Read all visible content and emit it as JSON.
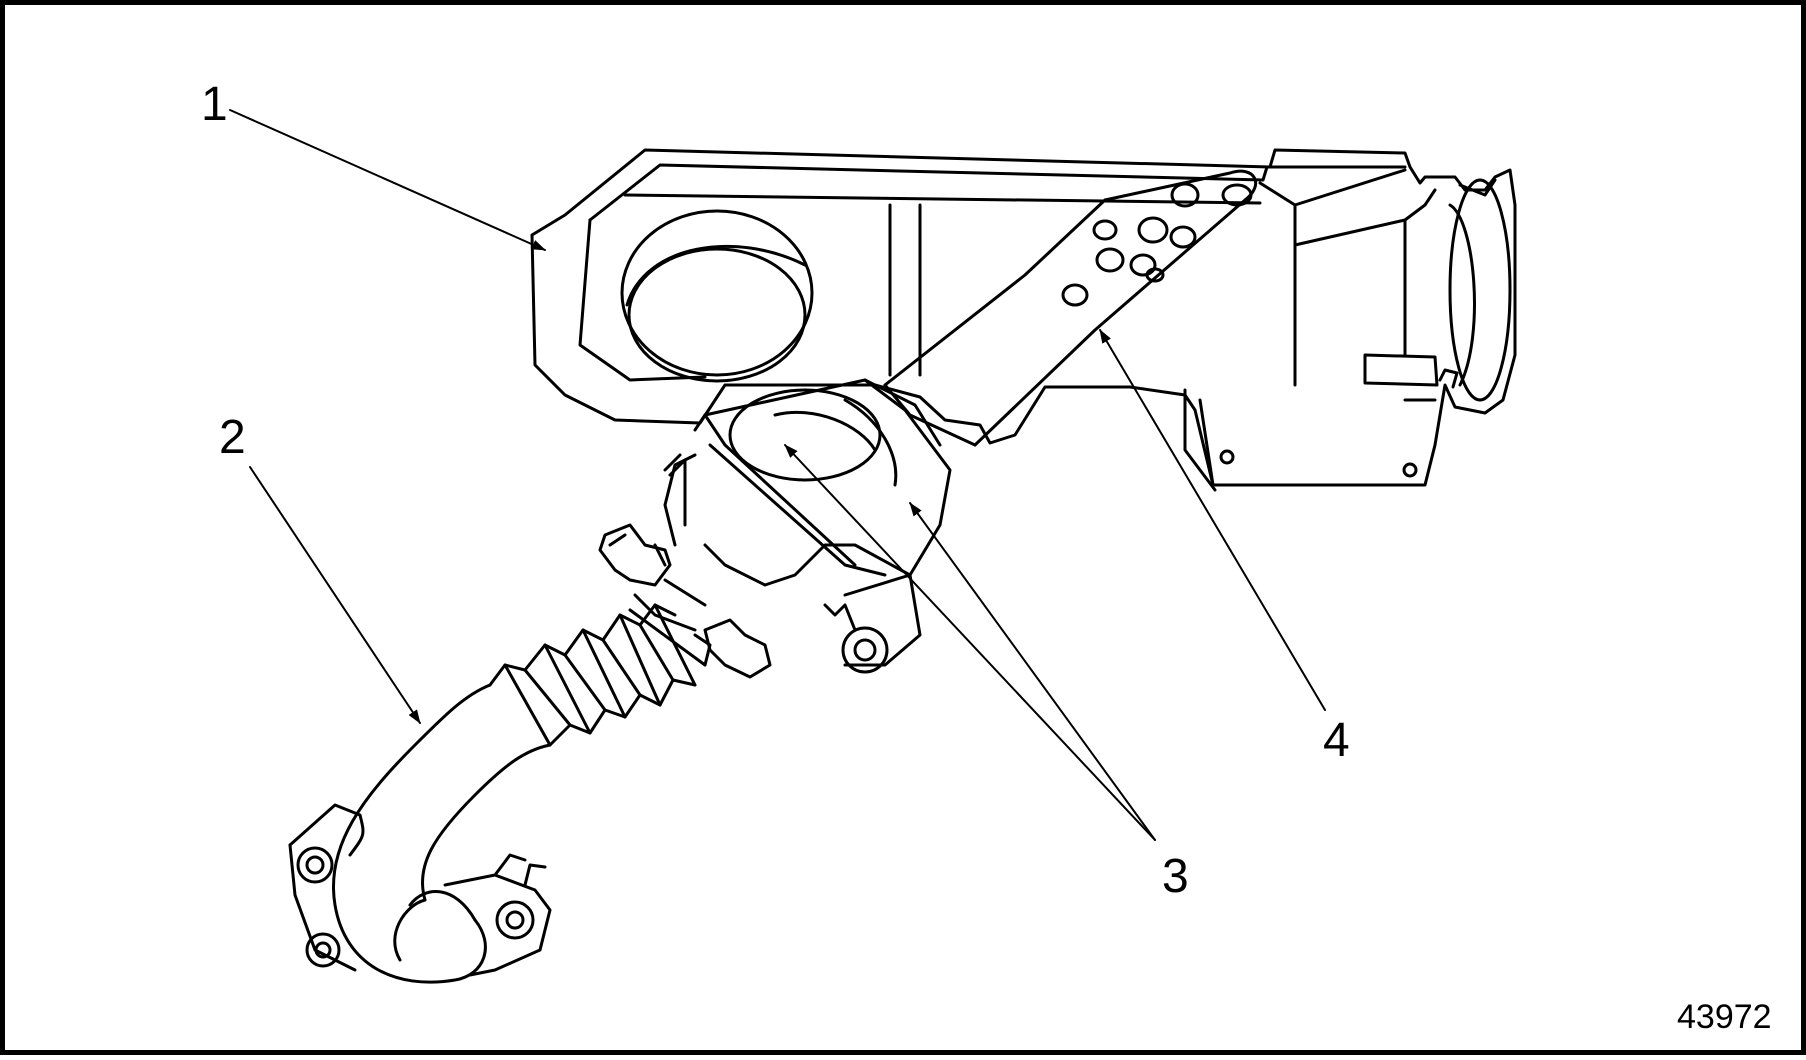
{
  "callouts": {
    "c1": "1",
    "c2": "2",
    "c3": "3",
    "c4": "4"
  },
  "figure_number": "43972",
  "colors": {
    "line": "#000000",
    "background": "#ffffff"
  }
}
